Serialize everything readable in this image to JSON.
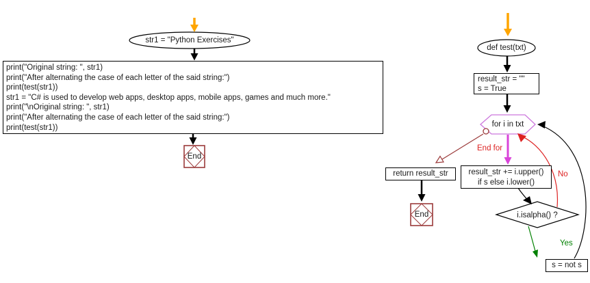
{
  "diagram_title": "Flowchart: alternate the case of each letter in a string",
  "colors": {
    "entry_arrow_orange": "#FFA500",
    "loop_hexagon_magenta": "#CC77DD",
    "loop_arrow_magenta": "#D944D9",
    "end_node_dark_red": "#9B3A3A",
    "no_path_red": "#DD2222",
    "yes_path_green": "#008000",
    "connector_black": "#000000"
  },
  "main_flow": {
    "start_label": "str1 = \"Python Exercises\"",
    "code_lines": [
      "print(\"Original string: \", str1)",
      "print(\"After alternating the case of each letter of the said string:\")",
      "print(test(str1))",
      "str1 = \"C# is used to develop web apps, desktop apps, mobile apps, games and much more.\"",
      "print(\"\\nOriginal string: \", str1)",
      "print(\"After alternating the case of each letter of the said string:\")",
      "print(test(str1))"
    ],
    "end_label": "End"
  },
  "function_flow": {
    "start_label": "def test(txt)",
    "init_lines": [
      "result_str = \"\"",
      "s = True"
    ],
    "loop_label": "for i in txt",
    "loop_end_label": "End for",
    "body_lines": [
      "result_str += i.upper()",
      "if s else i.lower()"
    ],
    "decision_label": "i.isalpha() ?",
    "no_label": "No",
    "yes_label": "Yes",
    "toggle_label": "s = not s",
    "return_label": "return result_str",
    "end_label": "End"
  }
}
